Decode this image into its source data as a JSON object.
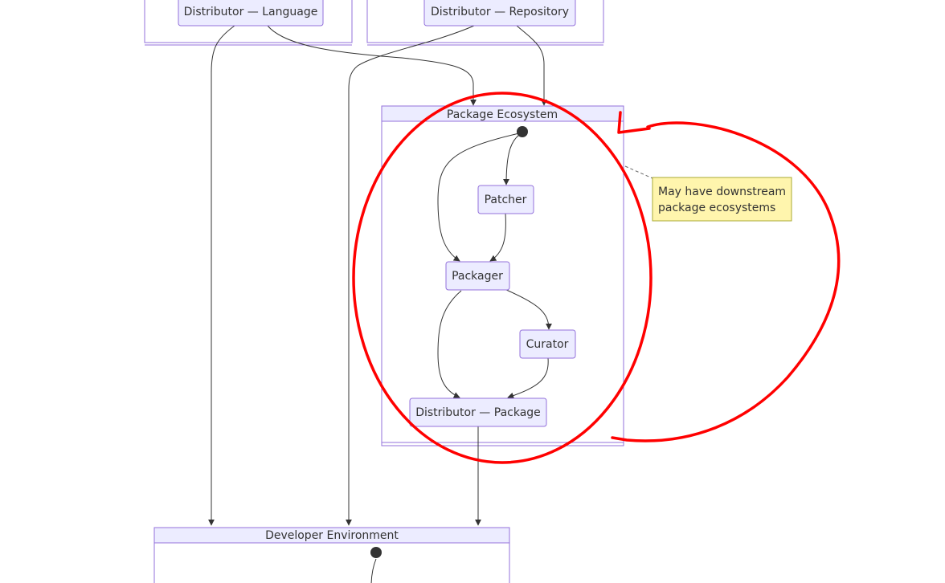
{
  "clusters": {
    "language_box_label": "",
    "repository_box_label": "",
    "package_ecosystem": "Package Ecosystem",
    "developer_environment": "Developer Environment"
  },
  "nodes": {
    "distributor_language": "Distributor — Language",
    "distributor_repository": "Distributor — Repository",
    "patcher": "Patcher",
    "packager": "Packager",
    "curator": "Curator",
    "distributor_package": "Distributor — Package"
  },
  "note": {
    "line1": "May have downstream",
    "line2": "package ecosystems"
  },
  "colors": {
    "node_fill": "#ECECFF",
    "node_stroke": "#9370DB",
    "note_fill": "#FFF5AD",
    "annotation": "#ff0000"
  }
}
